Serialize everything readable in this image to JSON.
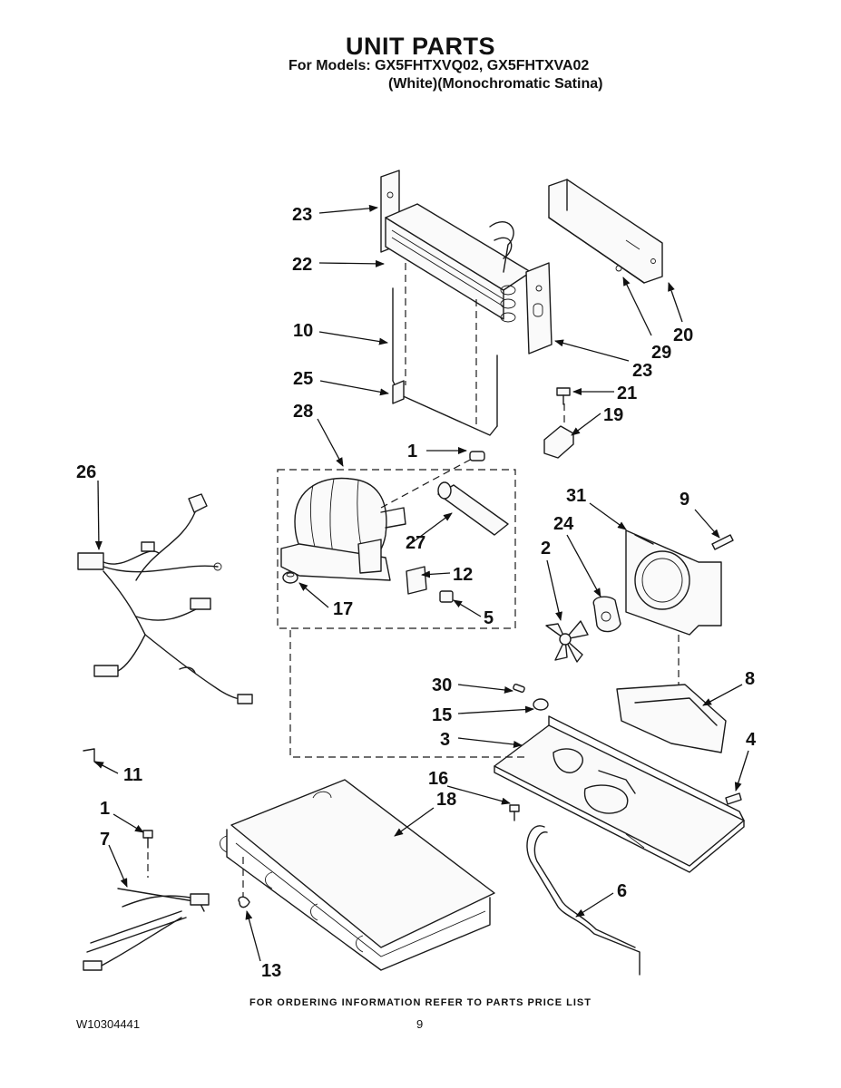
{
  "header": {
    "title": "UNIT PARTS",
    "models": "For Models: GX5FHTXVQ02, GX5FHTXVA02",
    "variant": "(White)(Monochromatic Satina)"
  },
  "callouts": [
    "23",
    "22",
    "10",
    "25",
    "28",
    "1",
    "26",
    "23",
    "29",
    "20",
    "21",
    "19",
    "31",
    "9",
    "24",
    "2",
    "27",
    "12",
    "17",
    "5",
    "30",
    "8",
    "15",
    "3",
    "4",
    "16",
    "18",
    "11",
    "1",
    "7",
    "6",
    "13"
  ],
  "footer": {
    "note": "FOR ORDERING INFORMATION REFER TO PARTS PRICE LIST",
    "doc_number": "W10304441",
    "page_number": "9"
  }
}
